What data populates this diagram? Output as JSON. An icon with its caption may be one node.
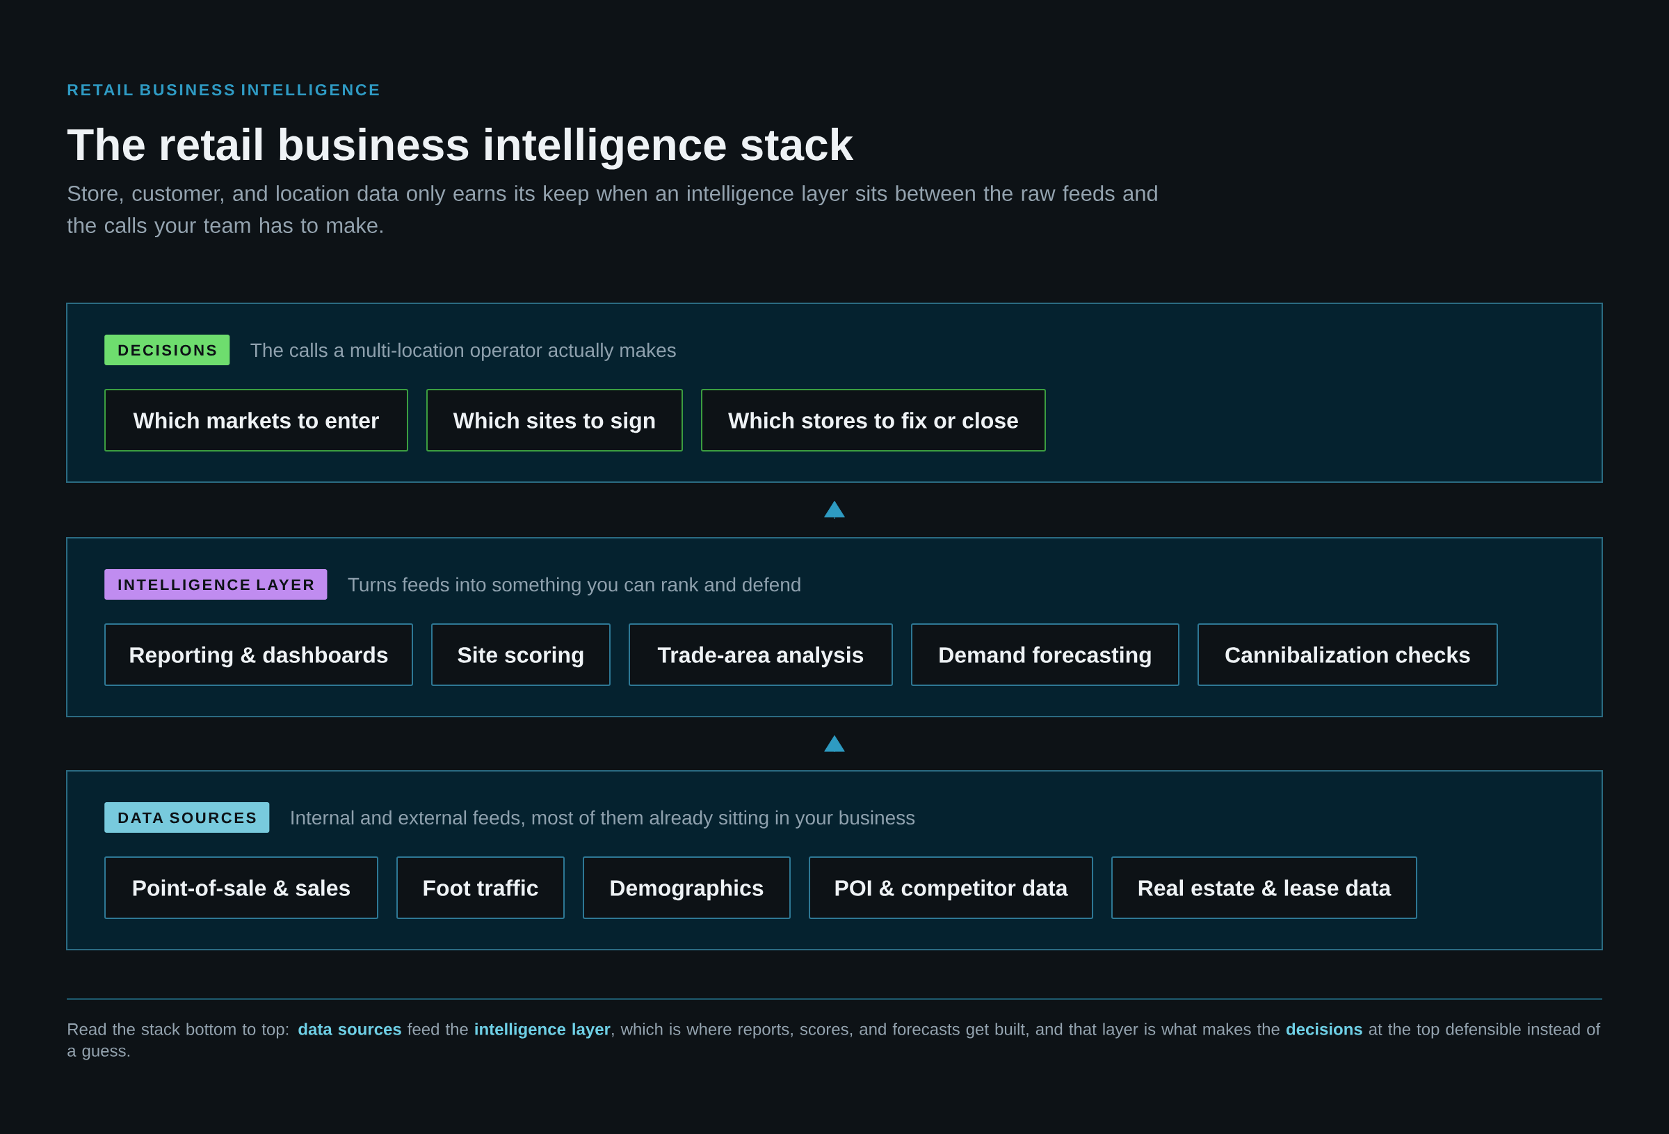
{
  "diagram": {
    "title": "The retail business intelligence stack",
    "nodes": [
      {
        "text": [
          "DECISIONS",
          "The calls a multi-location operator actually makes"
        ]
      },
      {
        "text": [
          "Which markets to enter"
        ],
        "in": 0
      },
      {
        "text": [
          "Which sites to sign"
        ],
        "in": 0
      },
      {
        "text": [
          "Which stores to fix or close"
        ],
        "in": 0
      },
      {
        "text": [
          "INTELLIGENCE LAYER",
          "Turns feeds into something you can rank and defend"
        ]
      },
      {
        "text": [
          "Reporting & dashboards"
        ],
        "in": 4
      },
      {
        "text": [
          "Site scoring"
        ],
        "in": 4
      },
      {
        "text": [
          "Trade-area analysis"
        ],
        "in": 4
      },
      {
        "text": [
          "Demand forecasting"
        ],
        "in": 4
      },
      {
        "text": [
          "Cannibalization checks"
        ],
        "in": 4
      },
      {
        "text": [
          "DATA SOURCES",
          "Internal and external feeds, most of them already sitting in your business"
        ]
      },
      {
        "text": [
          "Point-of-sale & sales"
        ],
        "in": 10
      },
      {
        "text": [
          "Foot traffic"
        ],
        "in": 10
      },
      {
        "text": [
          "Demographics"
        ],
        "in": 10
      },
      {
        "text": [
          "POI & competitor data"
        ],
        "in": 10
      },
      {
        "text": [
          "Real estate & lease data"
        ],
        "in": 10
      }
    ],
    "edges": [
      {
        "from": 4,
        "to": 0,
        "arrow": "to"
      },
      {
        "from": 10,
        "to": 4,
        "arrow": "to"
      }
    ],
    "labels": [
      "RETAIL BUSINESS INTELLIGENCE",
      "Store, customer, and location data only earns its keep when an intelligence layer sits between the raw feeds and the calls your team has to make.",
      "Read the stack bottom to top: **data sources** feed the **intelligence layer**, which is where reports, scores, and forecasts get built, and that layer is what makes the **decisions** at the top defensible instead of a guess."
    ]
  }
}
